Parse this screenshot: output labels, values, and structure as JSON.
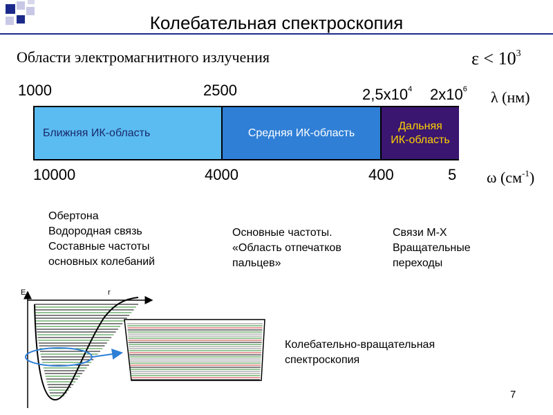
{
  "title": "Колебательная спектроскопия",
  "subtitle": "Области электромагнитного излучения",
  "epsilon": {
    "base": "ε < 10",
    "exp": "3"
  },
  "wavelength": {
    "values": [
      "1000",
      "2500"
    ],
    "v3": {
      "base": "2,5x10",
      "exp": "4"
    },
    "v4": {
      "base": "2x10",
      "exp": "6"
    },
    "unit": "λ (нм)"
  },
  "wavenumber": {
    "values": [
      "10000",
      "4000",
      "400",
      "5"
    ],
    "unit_base": "ω (см",
    "unit_exp": "-1",
    "unit_close": ")"
  },
  "regions": [
    {
      "label": "Ближняя ИК-область",
      "color": "#5bbcf2"
    },
    {
      "label": "Средняя ИК-область",
      "color": "#2f7fd6"
    },
    {
      "label": "Дальняя\nИК-область",
      "color": "#3a1670"
    }
  ],
  "descriptions": [
    "Обертона\nВодородная связь\nСоставные частоты\nосновных колебаний",
    "Основные частоты.\n«Область отпечатков\nпальцев»",
    "Связи М-Х\nВращательные\nпереходы"
  ],
  "diagram": {
    "axis_e": "E",
    "axis_r": "r",
    "caption": "Колебательно-вращательная\nспектроскопия"
  },
  "page_number": "7"
}
